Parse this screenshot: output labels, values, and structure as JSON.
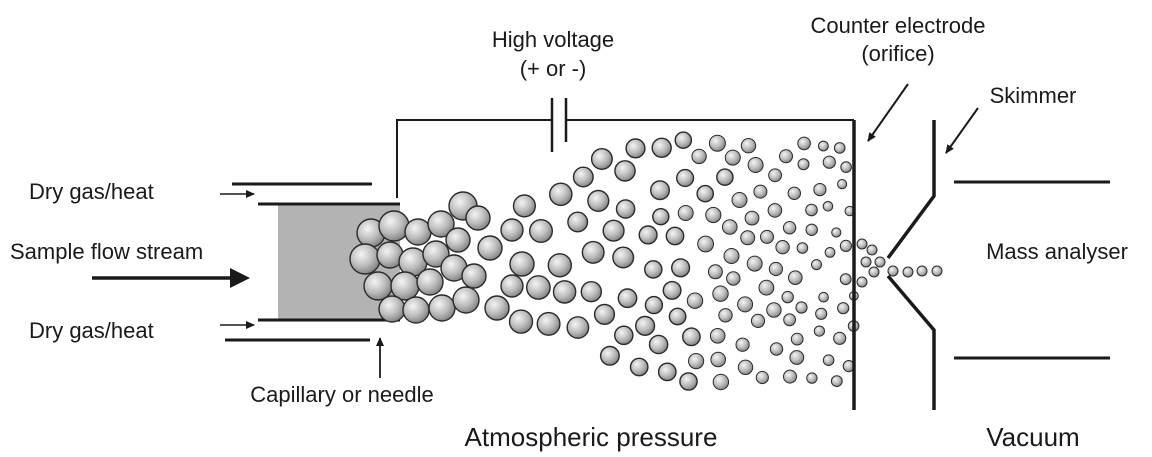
{
  "labels": {
    "high_voltage_line1": "High voltage",
    "high_voltage_line2": "(+ or -)",
    "counter_electrode_line1": "Counter electrode",
    "counter_electrode_line2": "(orifice)",
    "skimmer": "Skimmer",
    "dry_gas_top": "Dry gas/heat",
    "sample_flow": "Sample flow stream",
    "dry_gas_bottom": "Dry gas/heat",
    "mass_analyser": "Mass analyser",
    "capillary": "Capillary  or needle",
    "atmospheric_pressure": "Atmospheric pressure",
    "vacuum": "Vacuum"
  },
  "colors": {
    "line": "#1a1a1a",
    "capillary_fill": "#b3b3b3",
    "droplet_light": "#f2f2f2",
    "droplet_dark": "#8a8a8a"
  }
}
